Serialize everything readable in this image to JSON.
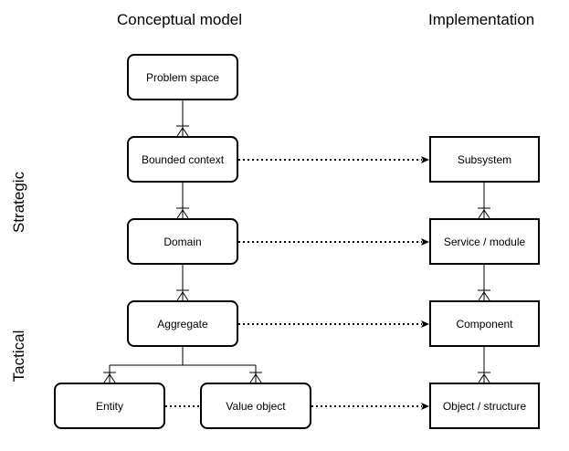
{
  "headings": {
    "conceptual": "Conceptual model",
    "implementation": "Implementation"
  },
  "side_labels": {
    "strategic": "Strategic",
    "tactical": "Tactical"
  },
  "conceptual_nodes": {
    "problem_space": "Problem space",
    "bounded_context": "Bounded context",
    "domain": "Domain",
    "aggregate": "Aggregate",
    "entity": "Entity",
    "value_object": "Value object"
  },
  "implementation_nodes": {
    "subsystem": "Subsystem",
    "service_module": "Service / module",
    "component": "Component",
    "object_structure": "Object / structure"
  }
}
